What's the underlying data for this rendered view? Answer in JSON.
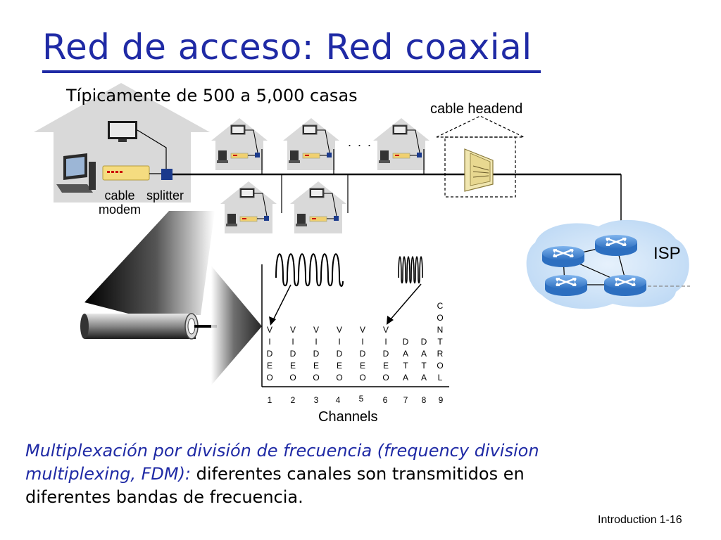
{
  "slide": {
    "title": "Red de acceso: Red coaxial",
    "subtitle": "Típicamente de 500 a 5,000 casas",
    "caption_emphasis": "Multiplexación por división de frecuencia (frequency division multiplexing, FDM):",
    "caption_rest": "diferentes canales son transmitidos en diferentes bandas de frecuencia.",
    "footer_section": "Introduction",
    "footer_page": "1-16"
  },
  "diagram": {
    "headend_label": "cable headend",
    "cable_modem_label": "cable\nmodem",
    "splitter_label": "splitter",
    "isp_label": "ISP",
    "ellipsis": ". . .",
    "channels_title": "Channels",
    "channels": [
      {
        "number": "1",
        "label": "VIDEO"
      },
      {
        "number": "2",
        "label": "VIDEO"
      },
      {
        "number": "3",
        "label": "VIDEO"
      },
      {
        "number": "4",
        "label": "VIDEO"
      },
      {
        "number": "5",
        "label": "VIDEO"
      },
      {
        "number": "6",
        "label": "VIDEO"
      },
      {
        "number": "7",
        "label": "DATA"
      },
      {
        "number": "8",
        "label": "DATA"
      },
      {
        "number": "9",
        "label": "CONTROL"
      }
    ]
  },
  "colors": {
    "title": "#1f2aa5",
    "house": "#d9d9d9",
    "isp_cloud": "#cfe3f7",
    "router": "#4a8fdc"
  }
}
